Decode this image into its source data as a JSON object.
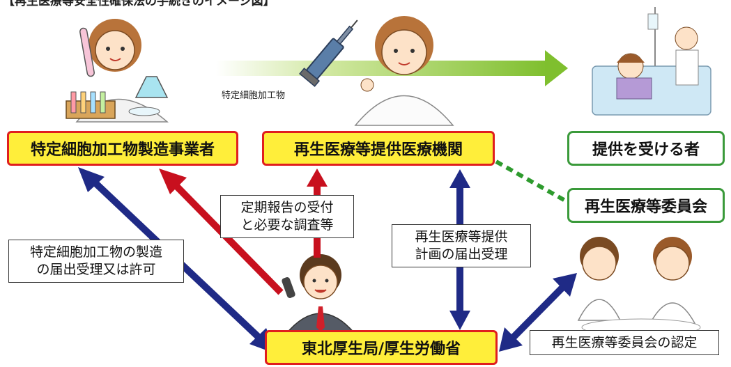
{
  "header": {
    "partial_title": "【再生医療等安全性確保法の手続きのイメージ図】"
  },
  "flow": {
    "arrow_label": "特定細胞加工物"
  },
  "entities": {
    "manufacturer": "特定細胞加工物製造事業者",
    "medical_institution": "再生医療等提供医療機関",
    "recipient": "提供を受ける者",
    "committee": "再生医療等委員会",
    "authority": "東北厚生局/厚生労働省"
  },
  "notes": {
    "periodic_report": [
      "定期報告の受付",
      "と必要な調査等"
    ],
    "manufacturing_notice": [
      "特定細胞加工物の製造",
      "の届出受理又は許可"
    ],
    "provision_plan": [
      "再生医療等提供",
      "計画の届出受理"
    ],
    "committee_cert": "再生医療等委員会の認定"
  },
  "colors": {
    "box_fill": "#ffee3a",
    "box_border": "#e01e1e",
    "green": "#3a9a3a",
    "navy_arrow": "#1f2a86",
    "red_arrow": "#c8101e",
    "flow_arrow": "#8cc63f"
  }
}
